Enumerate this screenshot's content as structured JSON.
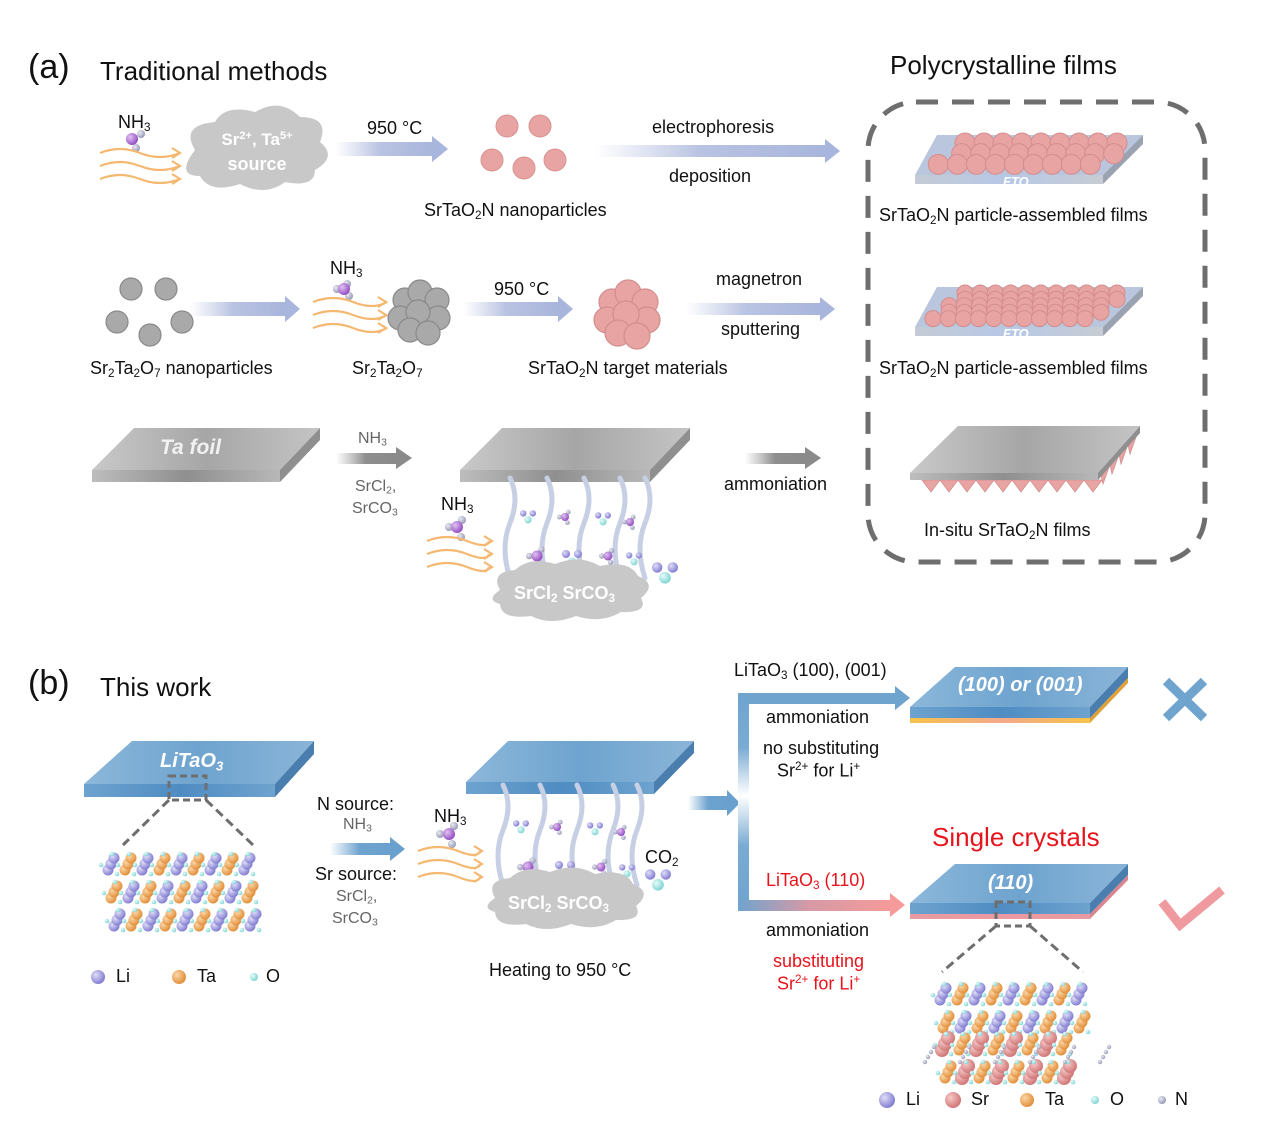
{
  "panel_a": {
    "label": "(a)",
    "title": "Traditional methods",
    "box_title": "Polycrystalline films",
    "row1": {
      "gas": "NH3",
      "cloud": [
        "Sr2+, Ta5+",
        "source"
      ],
      "step1": "950 °C",
      "product": "SrTaO2N nanoparticles",
      "step2_top": "electrophoresis",
      "step2_bottom": "deposition",
      "film_substrate": "FTO",
      "film_label": "SrTaO2N particle-assembled films"
    },
    "row2": {
      "start": "Sr2Ta2O7 nanoparticles",
      "gas": "NH3",
      "intermediate": "Sr2Ta2O7",
      "step1": "950 °C",
      "product": "SrTaO2N target materials",
      "step2_top": "magnetron",
      "step2_bottom": "sputtering",
      "film_substrate": "FTO",
      "film_label": "SrTaO2N particle-assembled films"
    },
    "row3": {
      "foil": "Ta foil",
      "arrow_top": "NH3",
      "arrow_bottom": [
        "SrCl2,",
        "SrCO3"
      ],
      "gas": "NH3",
      "cloud": "SrCl2 SrCO3",
      "step": "ammoniation",
      "film_label": "In-situ SrTaO2N films"
    }
  },
  "panel_b": {
    "label": "(b)",
    "title": "This work",
    "substrate": "LiTaO3",
    "n_source_label": "N source:",
    "n_source": "NH3",
    "sr_source_label": "Sr source:",
    "sr_source": [
      "SrCl2,",
      "SrCO3"
    ],
    "gas": "NH3",
    "byproduct": "CO2",
    "cloud": "SrCl2 SrCO3",
    "heating": "Heating to 950 °C",
    "legend_left": [
      "Li",
      "Ta",
      "O"
    ],
    "branch_top": {
      "orientation": "LiTaO3 (100), (001)",
      "step": "ammoniation",
      "note": [
        "no substituting",
        "Sr2+ for Li+"
      ],
      "film": "(100) or (001)",
      "result": "fail"
    },
    "branch_bottom": {
      "heading": "Single crystals",
      "orientation": "LiTaO3 (110)",
      "step": "ammoniation",
      "note": [
        "substituting",
        "Sr2+ for Li+"
      ],
      "film": "(110)",
      "result": "success"
    },
    "legend_right": [
      "Li",
      "Sr",
      "Ta",
      "O",
      "N"
    ]
  },
  "colors": {
    "arrow_blue": "#a9b6db",
    "substrate_blue": "#5b95c6",
    "particle_pink": "#e8a3a3",
    "particle_grey": "#a8a8a8",
    "flow_orange": "#f5b871",
    "red_text": "#e8141b",
    "li": "#8b87d6",
    "ta": "#e89a45",
    "o": "#8fdbd9",
    "sr": "#d98585",
    "n": "#a3a6bf",
    "dashed_box": "#6e6e6e"
  }
}
